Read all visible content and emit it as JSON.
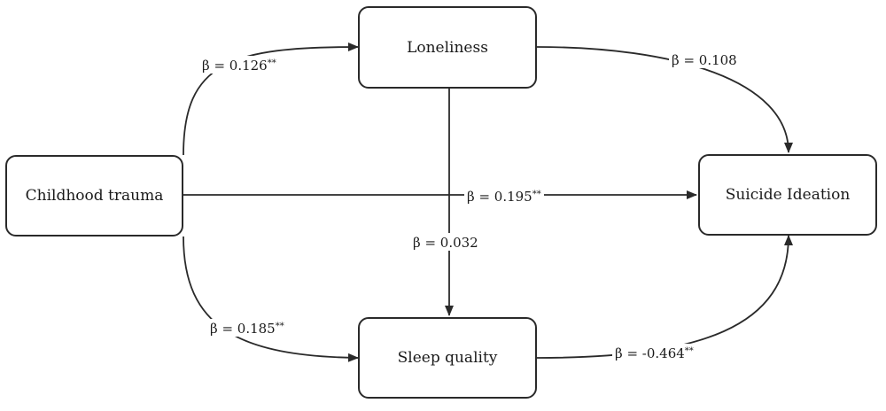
{
  "nodes": {
    "childhood_trauma": "Childhood trauma",
    "loneliness": "Loneliness",
    "sleep_quality": "Sleep quality",
    "suicide_ideation": "Suicide Ideation"
  },
  "paths": {
    "trauma_to_loneliness": {
      "beta": "β = 0.126",
      "sig": "**"
    },
    "loneliness_to_suicide": {
      "beta": "β = 0.108",
      "sig": ""
    },
    "trauma_to_suicide": {
      "beta": "β = 0.195",
      "sig": "**"
    },
    "loneliness_to_sleep": {
      "beta": "β = 0.032",
      "sig": ""
    },
    "trauma_to_sleep": {
      "beta": "β = 0.185",
      "sig": "**"
    },
    "sleep_to_suicide": {
      "beta": "β = -0.464",
      "sig": "**"
    }
  }
}
